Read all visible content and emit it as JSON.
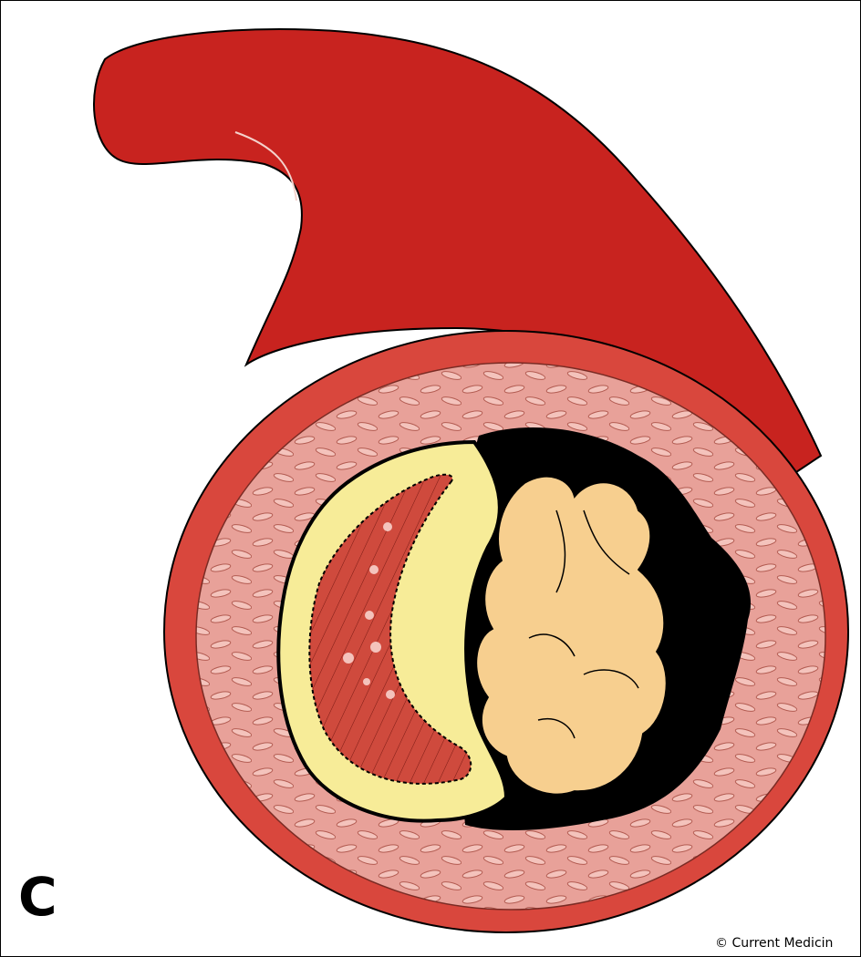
{
  "panel": {
    "letter": "C"
  },
  "credit": {
    "text": "© Current Medicin"
  },
  "colors": {
    "vessel_outer": "#c8231f",
    "vessel_wall_face": "#d9473d",
    "media_layer": "#e8a199",
    "lumen_black": "#000000",
    "lipid_core": "#f7cf8f",
    "fibrous_cap": "#f7ec98",
    "thrombus": "#cf4a3d",
    "outline": "#000000"
  },
  "icons": [
    "artery-cross-section",
    "atherosclerotic-plaque",
    "lipid-core",
    "thrombus",
    "fibrous-cap"
  ]
}
